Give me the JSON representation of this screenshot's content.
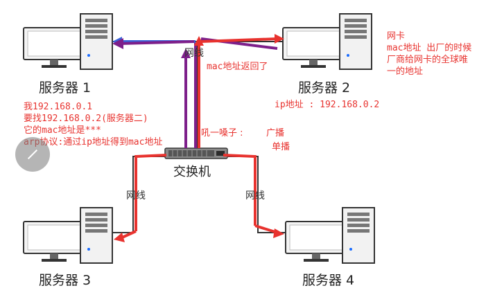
{
  "servers": {
    "s1": "服务器 1",
    "s2": "服务器 2",
    "s3": "服务器 3",
    "s4": "服务器 4"
  },
  "switch_label": "交换机",
  "wire_labels": {
    "top": "网线",
    "left": "网线",
    "right": "网线"
  },
  "notes": {
    "mac_returned": "mac地址返回了",
    "nic_title": "网卡",
    "nic_line1": "mac地址 出厂的时候",
    "nic_line2": "厂商给网卡的全球唯",
    "nic_line3": "一的地址",
    "s2_ip": "ip地址 : 192.168.0.2",
    "me": "我192.168.0.1",
    "find": "要找192.168.0.2(服务器二)",
    "its_mac": "它的mac地址是***",
    "arp": "arp协议:通过ip地址得到mac地址",
    "shout": "吼一嗓子 :",
    "broadcast": "广播",
    "unicast": "单播"
  },
  "colors": {
    "red": "#e8332f",
    "purple": "#7d1f8a",
    "blue": "#3a62d8"
  }
}
